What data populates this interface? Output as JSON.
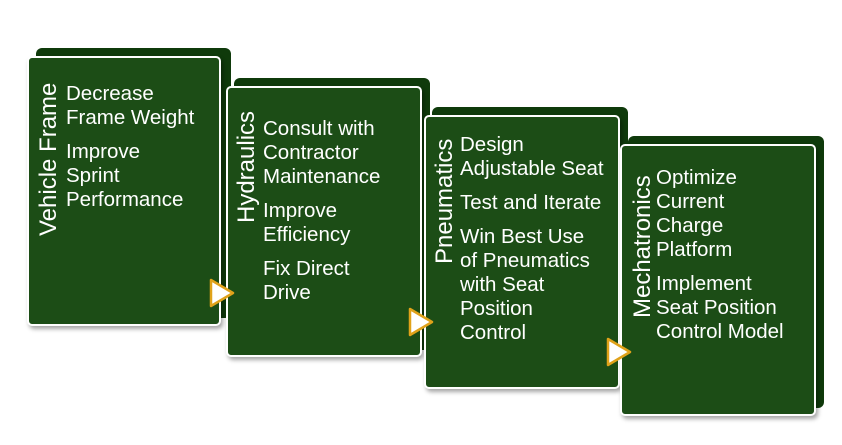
{
  "diagram": {
    "colors": {
      "panel": "#1c4d16",
      "panel_depth": "#0f3a0b",
      "text": "#ffffff",
      "arrow": "#ffffff",
      "arrow_outline": "#e0a21a"
    },
    "stages": [
      {
        "title": "Vehicle Frame",
        "items": [
          "Decrease\nFrame Weight",
          "Improve\nSprint\nPerformance"
        ]
      },
      {
        "title": "Hydraulics",
        "items": [
          "Consult with\nContractor\nMaintenance",
          "Improve\nEfficiency",
          "Fix Direct\nDrive"
        ]
      },
      {
        "title": "Pneumatics",
        "items": [
          "Design\nAdjustable Seat",
          "Test and Iterate",
          "Win Best Use\nof Pneumatics\nwith Seat\nPosition\nControl"
        ]
      },
      {
        "title": "Mechatronics",
        "items": [
          "Optimize\nCurrent\nCharge\nPlatform",
          "Implement\nSeat Position\nControl Model"
        ]
      }
    ],
    "connector_icon": "right-triangle-arrow-icon"
  }
}
